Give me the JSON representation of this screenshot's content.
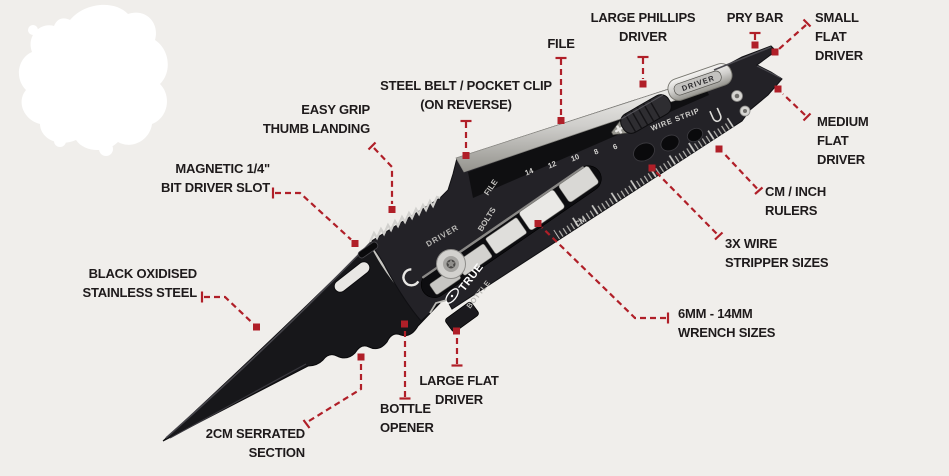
{
  "page": {
    "background": "#f0eeeb",
    "accent_red": "#b01f28",
    "label_color": "#1e1a1b"
  },
  "callouts": {
    "file": {
      "lines": [
        "FILE"
      ]
    },
    "large_phillips_driver": {
      "lines": [
        "LARGE PHILLIPS",
        "DRIVER"
      ]
    },
    "pry_bar": {
      "lines": [
        "PRY BAR"
      ]
    },
    "small_flat_driver": {
      "lines": [
        "SMALL",
        "FLAT",
        "DRIVER"
      ]
    },
    "medium_flat_driver": {
      "lines": [
        "MEDIUM",
        "FLAT",
        "DRIVER"
      ]
    },
    "steel_belt_pocket_clip": {
      "lines": [
        "STEEL BELT / POCKET CLIP",
        "(ON REVERSE)"
      ]
    },
    "easy_grip_thumb_landing": {
      "lines": [
        "EASY GRIP",
        "THUMB LANDING"
      ]
    },
    "magnetic_bit_driver_slot": {
      "lines": [
        "MAGNETIC 1/4\"",
        "BIT DRIVER SLOT"
      ]
    },
    "black_oxidised_stainless_steel": {
      "lines": [
        "BLACK OXIDISED",
        "STAINLESS STEEL"
      ]
    },
    "serrated_section": {
      "lines": [
        "2CM SERRATED",
        "SECTION"
      ]
    },
    "bottle_opener": {
      "lines": [
        "BOTTLE",
        "OPENER"
      ]
    },
    "large_flat_driver": {
      "lines": [
        "LARGE FLAT",
        "DRIVER"
      ]
    },
    "wrench_sizes": {
      "lines": [
        "6MM - 14MM",
        "WRENCH SIZES"
      ]
    },
    "wire_stripper_sizes": {
      "lines": [
        "3X WIRE",
        "STRIPPER SIZES"
      ]
    },
    "cm_inch_rulers": {
      "lines": [
        "CM / INCH",
        "RULERS"
      ]
    }
  },
  "knife": {
    "brand": "TRUE",
    "clip_stamp": "DRIVER",
    "handle_stamp": "DRIVER",
    "bottle_stamp": "BOTTLE",
    "wire_strip_stamp": "WIRE STRIP",
    "file_stamp": "FILE",
    "bolts_stamp": "BOLTS",
    "cm_stamp": "CM",
    "wrench_numbers": [
      "14",
      "12",
      "10",
      "8",
      "6"
    ]
  }
}
